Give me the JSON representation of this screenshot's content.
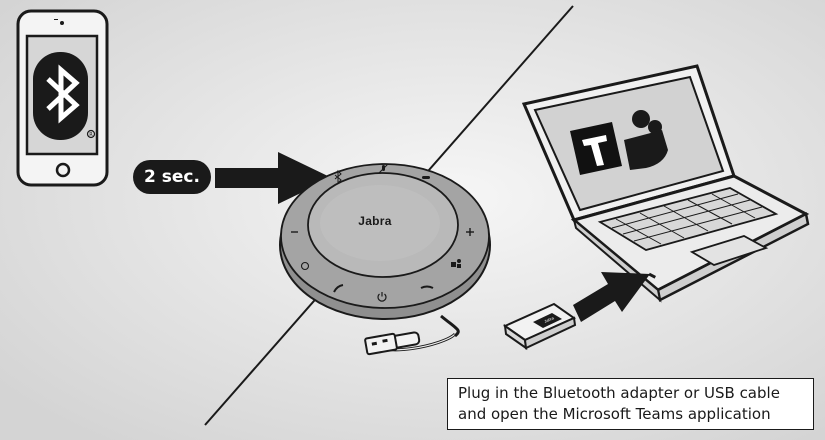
{
  "badge": {
    "label": "2 sec."
  },
  "speaker": {
    "brand": "Jabra"
  },
  "caption": {
    "line1": "Plug in the Bluetooth adapter or USB cable",
    "line2": "and open the Microsoft Teams application"
  },
  "icons": [
    "bluetooth-icon",
    "registered-mark-icon",
    "microsoft-teams-icon",
    "mute-icon",
    "power-icon",
    "call-icon",
    "end-call-icon",
    "volume-up-icon",
    "volume-down-icon"
  ],
  "colors": {
    "background": "#e4e4e4",
    "ink": "#1a1a1a",
    "device_body": "#9a9a9a",
    "device_top": "#b9b9b9"
  }
}
